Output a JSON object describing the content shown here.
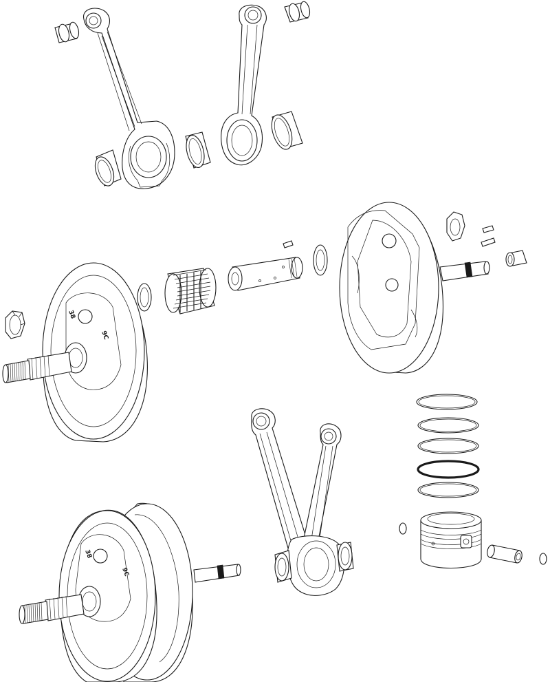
{
  "diagram": {
    "type": "exploded-assembly-line-drawing",
    "line_color": "#1a1a1a",
    "background_color": "#ffffff",
    "parts": [
      {
        "name": "connecting-rod-upper-left",
        "icon": "connecting-rod-icon"
      },
      {
        "name": "connecting-rod-upper-right",
        "icon": "connecting-rod-icon"
      },
      {
        "name": "small-end-bushing",
        "icon": "bushing-icon"
      },
      {
        "name": "big-end-bearing-sleeve",
        "icon": "bearing-sleeve-icon"
      },
      {
        "name": "flywheel-left",
        "icon": "flywheel-icon"
      },
      {
        "name": "flywheel-right",
        "icon": "flywheel-icon"
      },
      {
        "name": "needle-roller-bearing",
        "icon": "needle-bearing-icon"
      },
      {
        "name": "crank-pin",
        "icon": "crank-pin-icon"
      },
      {
        "name": "thrust-washer",
        "icon": "washer-icon"
      },
      {
        "name": "hex-nut",
        "icon": "hex-nut-icon"
      },
      {
        "name": "woodruff-key",
        "icon": "key-icon"
      },
      {
        "name": "assembled-flywheel",
        "icon": "flywheel-icon"
      },
      {
        "name": "connecting-rod-pair-assembled",
        "icon": "connecting-rod-icon"
      },
      {
        "name": "piston-ring-set",
        "icon": "piston-ring-icon"
      },
      {
        "name": "piston",
        "icon": "piston-icon"
      },
      {
        "name": "piston-pin",
        "icon": "piston-pin-icon"
      },
      {
        "name": "pin-circlip",
        "icon": "circlip-icon"
      }
    ],
    "flywheel_marks": {
      "left_upper": "38",
      "left_lower": "9C",
      "assembled_upper": "38",
      "assembled_lower": "9C"
    }
  }
}
